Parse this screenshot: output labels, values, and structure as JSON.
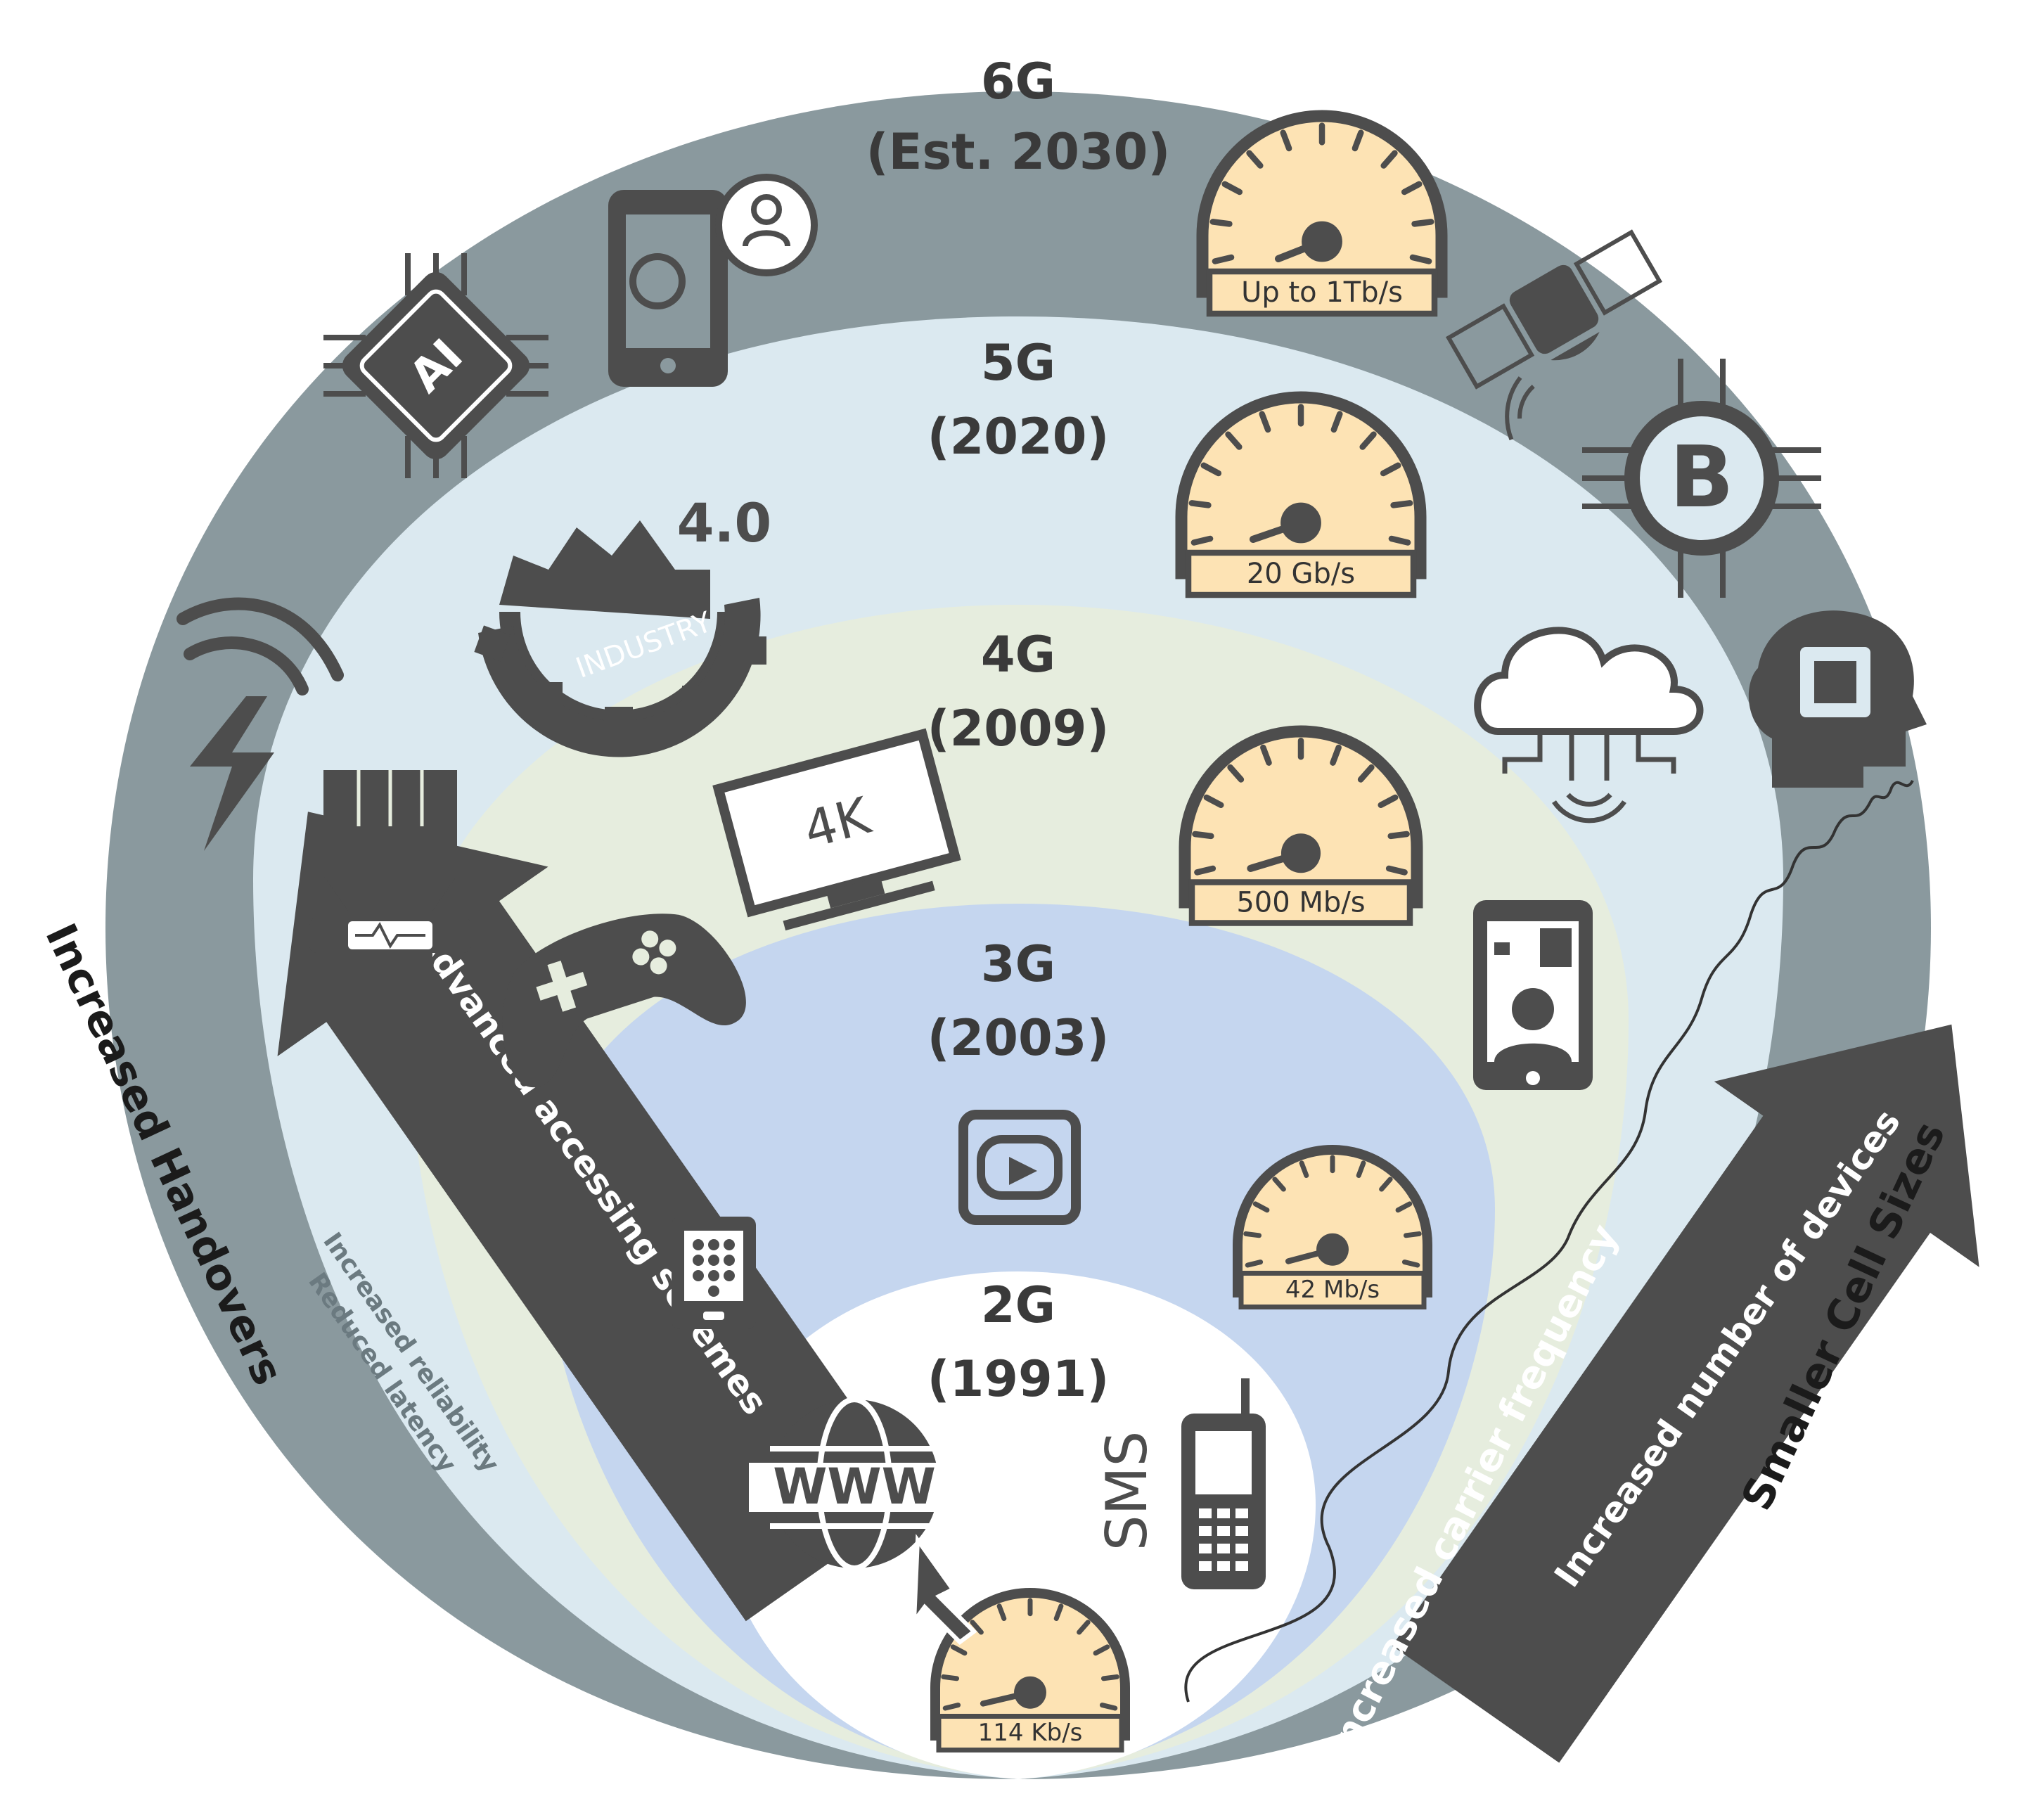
{
  "generations": [
    {
      "id": "6g",
      "name": "6G",
      "year": "(Est. 2030)",
      "speed": "Up to 1Tb/s",
      "needle": 0.32,
      "color": "#8a999e"
    },
    {
      "id": "5g",
      "name": "5G",
      "year": "(2020)",
      "speed": "20 Gb/s",
      "needle": 0.3,
      "color": "#dbe9f0"
    },
    {
      "id": "4g",
      "name": "4G",
      "year": "(2009)",
      "speed": "500 Mb/s",
      "needle": 0.28,
      "color": "#e6edde"
    },
    {
      "id": "3g",
      "name": "3G",
      "year": "(2003)",
      "speed": "42 Mb/s",
      "needle": 0.26,
      "color": "#c5d6ef"
    },
    {
      "id": "2g",
      "name": "2G",
      "year": "(1991)",
      "speed": "114 Kb/s",
      "needle": 0.24,
      "color": "#ffffff"
    }
  ],
  "labels": {
    "left_outer": "Increased Handovers",
    "right_outer": "Smaller Cell Sizes",
    "left_arrow": "Advanced accessing schemes",
    "left_sub1": "Increased reliability",
    "left_sub2": "Reduced latency",
    "right_arrow": "Increased number of devices",
    "carrier": "Increased carrier frequency",
    "icon_4k": "4K",
    "icon_ai": "AI",
    "icon_industry_version": "4.0",
    "icon_industry": "INDUSTRY",
    "icon_www": "WWW",
    "icon_sms": "SMS",
    "icon_bitcoin": "B"
  },
  "icons": [
    "ai-chip-icon",
    "smartphone-user-icon",
    "satellite-icon",
    "bitcoin-chip-icon",
    "cloud-network-icon",
    "ai-head-icon",
    "wireless-power-icon",
    "industry-gear-icon",
    "wearable-fist-icon",
    "tv-4k-icon",
    "gamepad-icon",
    "video-call-phone-icon",
    "video-play-icon",
    "keypad-phone-icon",
    "www-globe-icon",
    "sms-phone-icon"
  ],
  "colors": {
    "dark": "#4d4d4d",
    "gauge_face": "#fde3b4",
    "outer_ring": "#8a999e"
  }
}
